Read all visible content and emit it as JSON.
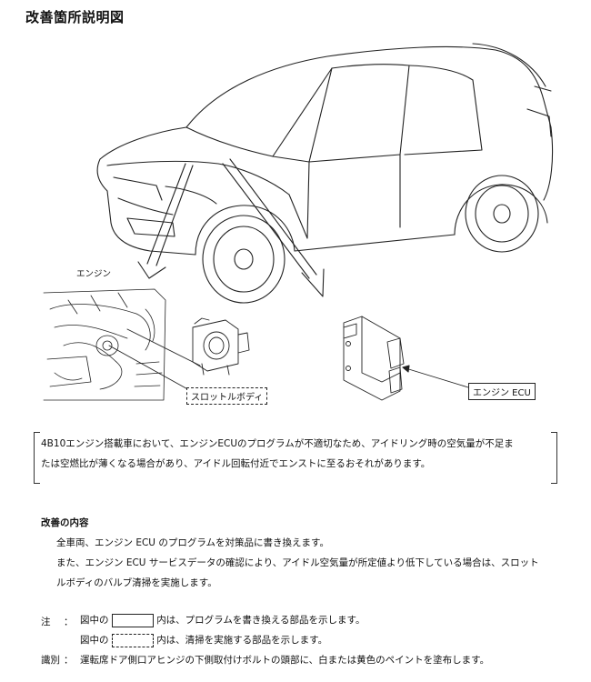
{
  "title": "改善箇所説明図",
  "labels": {
    "engine": "エンジン",
    "throttle_body": "スロットルボディ",
    "engine_ecu": "エンジン ECU"
  },
  "notice": {
    "line1": "4B10エンジン搭載車において、エンジンECUのプログラムが不適切なため、アイドリング時の空気量が不足ま",
    "line2": "たは空燃比が薄くなる場合があり、アイドル回転付近でエンストに至るおそれがあります。"
  },
  "improvement": {
    "heading": "改善の内容",
    "line1": "全車両、エンジン ECU のプログラムを対策品に書き換えます。",
    "line2": "また、エンジン ECU サービスデータの確認により、アイドル空気量が所定値より低下している場合は、スロット",
    "line3": "ルボディのバルブ清掃を実施します。"
  },
  "notes": {
    "note_label": "注",
    "colon": "：",
    "prefix": "図中の",
    "solid_text": "内は、プログラムを書き換える部品を示します。",
    "dashed_text": "内は、清掃を実施する部品を示します。",
    "id_label": "識別",
    "id_text": "運転席ドア側口アヒンジの下側取付けボルトの頭部に、白または黄色のペイントを塗布します。"
  }
}
